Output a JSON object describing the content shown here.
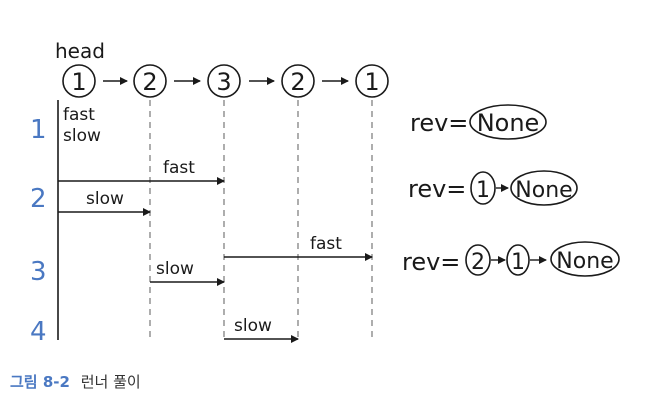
{
  "head_label": "head",
  "nodes": [
    "1",
    "2",
    "3",
    "2",
    "1"
  ],
  "steps": [
    {
      "number": "1",
      "fast": "fast",
      "slow": "slow",
      "rev": [
        "None"
      ]
    },
    {
      "number": "2",
      "fast": "fast",
      "slow": "slow",
      "rev": [
        "1",
        "None"
      ]
    },
    {
      "number": "3",
      "fast": "fast",
      "slow": "slow",
      "rev": [
        "2",
        "1",
        "None"
      ]
    },
    {
      "number": "4",
      "slow": "slow"
    }
  ],
  "rev_label": "rev=",
  "caption": {
    "figure": "그림 8-2",
    "title": "런너 풀이"
  },
  "colors": {
    "ink": "#1a1a1a",
    "step_number": "#4a78c2",
    "caption_number": "#4a78c2",
    "dashed_line": "#777777"
  }
}
